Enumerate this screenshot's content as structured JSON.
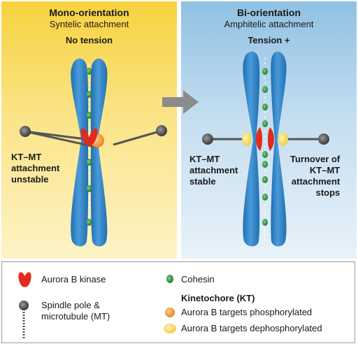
{
  "left_panel": {
    "title": "Mono-orientation",
    "subtitle": "Syntelic attachment",
    "tension_label": "No tension",
    "annotation": "KT–MT\nattachment\nunstable",
    "bg_color": "#f8d84f"
  },
  "right_panel": {
    "title": "Bi-orientation",
    "subtitle": "Amphitelic attachment",
    "tension_label": "Tension +",
    "annotation_left": "KT–MT\nattachment\nstable",
    "annotation_right": "Turnover of\nKT–MT\nattachment\nstops",
    "bg_color": "#a9d0ea"
  },
  "legend": {
    "aurora": "Aurora B kinase",
    "spindle": "Spindle pole &\nmicrotubule (MT)",
    "cohesin": "Cohesin",
    "kt_header": "Kinetochore (KT)",
    "phos": "Aurora B targets phosphorylated",
    "dephos": "Aurora B targets dephosphorylated"
  },
  "colors": {
    "chromosome": "#2b7fc4",
    "chromosome_light": "#5aa6de",
    "cohesin": "#2e9b3f",
    "aurora": "#e02b20",
    "phosphorylated_kt": "#f39a3b",
    "dephosphorylated_kt": "#f6dc6a",
    "spindle": "#555555",
    "arrow": "#8c8c8c"
  },
  "icons": [
    "aurora-b-kinase-icon",
    "cohesin-icon",
    "spindle-pole-icon",
    "kinetochore-icon",
    "arrow-right-icon"
  ]
}
